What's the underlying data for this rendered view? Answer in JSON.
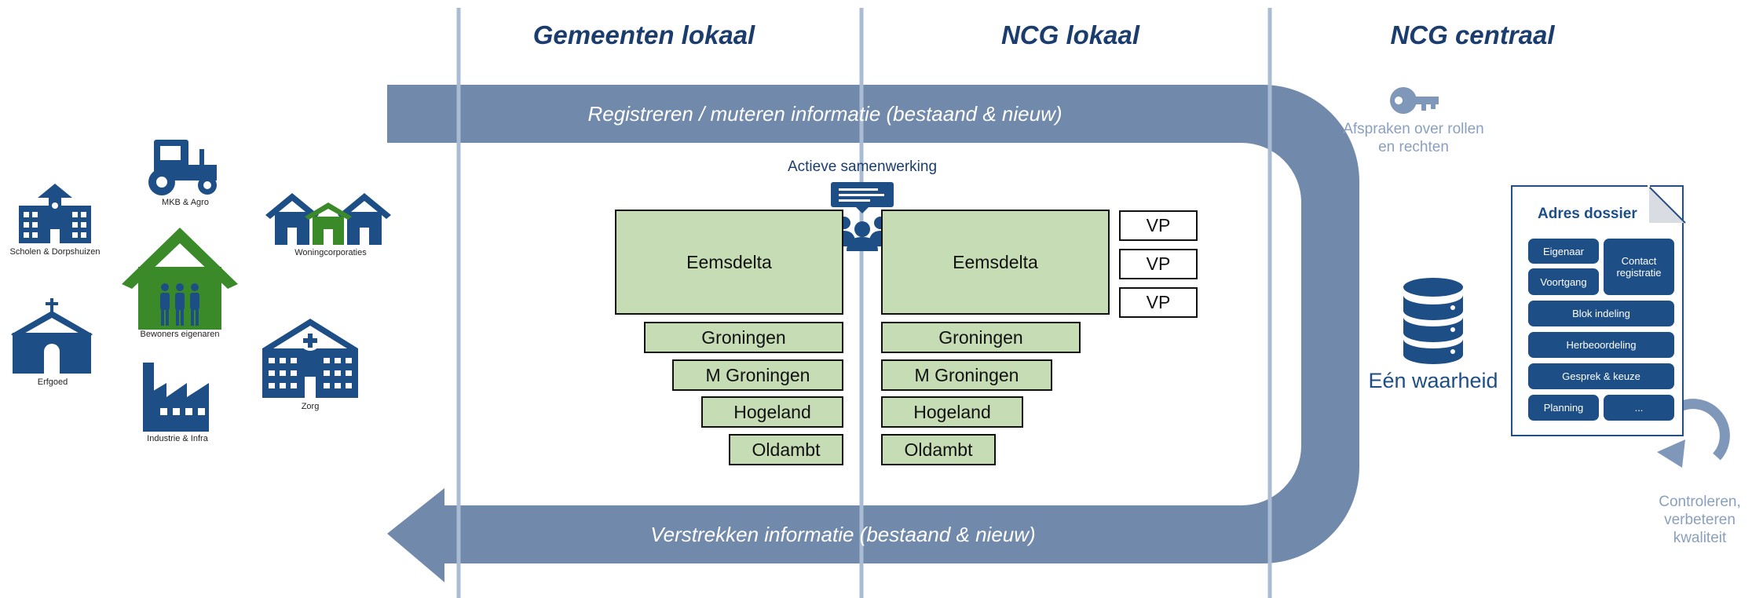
{
  "columns": {
    "gemeenten": "Gemeenten lokaal",
    "ncg_lokaal": "NCG lokaal",
    "ncg_centraal": "NCG centraal"
  },
  "flow": {
    "top_label": "Registreren / muteren informatie (bestaand & nieuw)",
    "bottom_label": "Verstrekken informatie (bestaand & nieuw)"
  },
  "stakeholders": {
    "scholen": "Scholen & Dorpshuizen",
    "mkb": "MKB & Agro",
    "bewoners": "Bewoners eigenaren",
    "woningcorporaties": "Woningcorporaties",
    "erfgoed": "Erfgoed",
    "industrie": "Industrie & Infra",
    "zorg": "Zorg"
  },
  "samenwerking_label": "Actieve samenwerking",
  "left_boxes": [
    "Eemsdelta",
    "Groningen",
    "M Groningen",
    "Hogeland",
    "Oldambt"
  ],
  "right_boxes": [
    "Eemsdelta",
    "Groningen",
    "M Groningen",
    "Hogeland",
    "Oldambt"
  ],
  "vp_labels": [
    "VP",
    "VP",
    "VP"
  ],
  "afspraken_text": "Afspraken over rollen en rechten",
  "een_waarheid": "Eén waarheid",
  "dossier": {
    "title": "Adres dossier",
    "items": {
      "eigenaar": "Eigenaar",
      "contact": "Contact registratie",
      "voortgang": "Voortgang",
      "blok": "Blok indeling",
      "herbeoordeling": "Herbeoordeling",
      "gesprek": "Gesprek & keuze",
      "planning": "Planning",
      "more": "..."
    }
  },
  "controleren_text": "Controleren, verbeteren kwaliteit",
  "colors": {
    "navy": "#1d4e86",
    "title_navy": "#1b3d6e",
    "flow_blue": "#7189aa",
    "box_green": "#c5dcb4",
    "icon_green": "#3a8a2a",
    "grey_text": "#8aa0be",
    "divider": "#a9bcd3"
  }
}
